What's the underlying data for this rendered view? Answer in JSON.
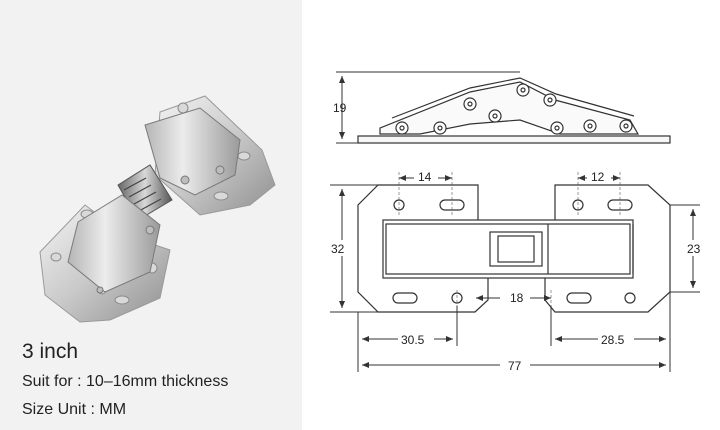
{
  "product": {
    "title": "3 inch",
    "suit_label": "Suit for : 10–16mm thickness",
    "unit_label": "Size Unit : MM"
  },
  "dimensions": {
    "height": "19",
    "hole_spacing_left": "14",
    "hole_spacing_right": "12",
    "plate_height_left": "32",
    "plate_height_right": "23",
    "gap_center": "18",
    "left_length": "30.5",
    "right_length": "28.5",
    "total_length": "77"
  },
  "colors": {
    "photo_background": "#f2f2f2",
    "drawing_line": "#333333"
  }
}
